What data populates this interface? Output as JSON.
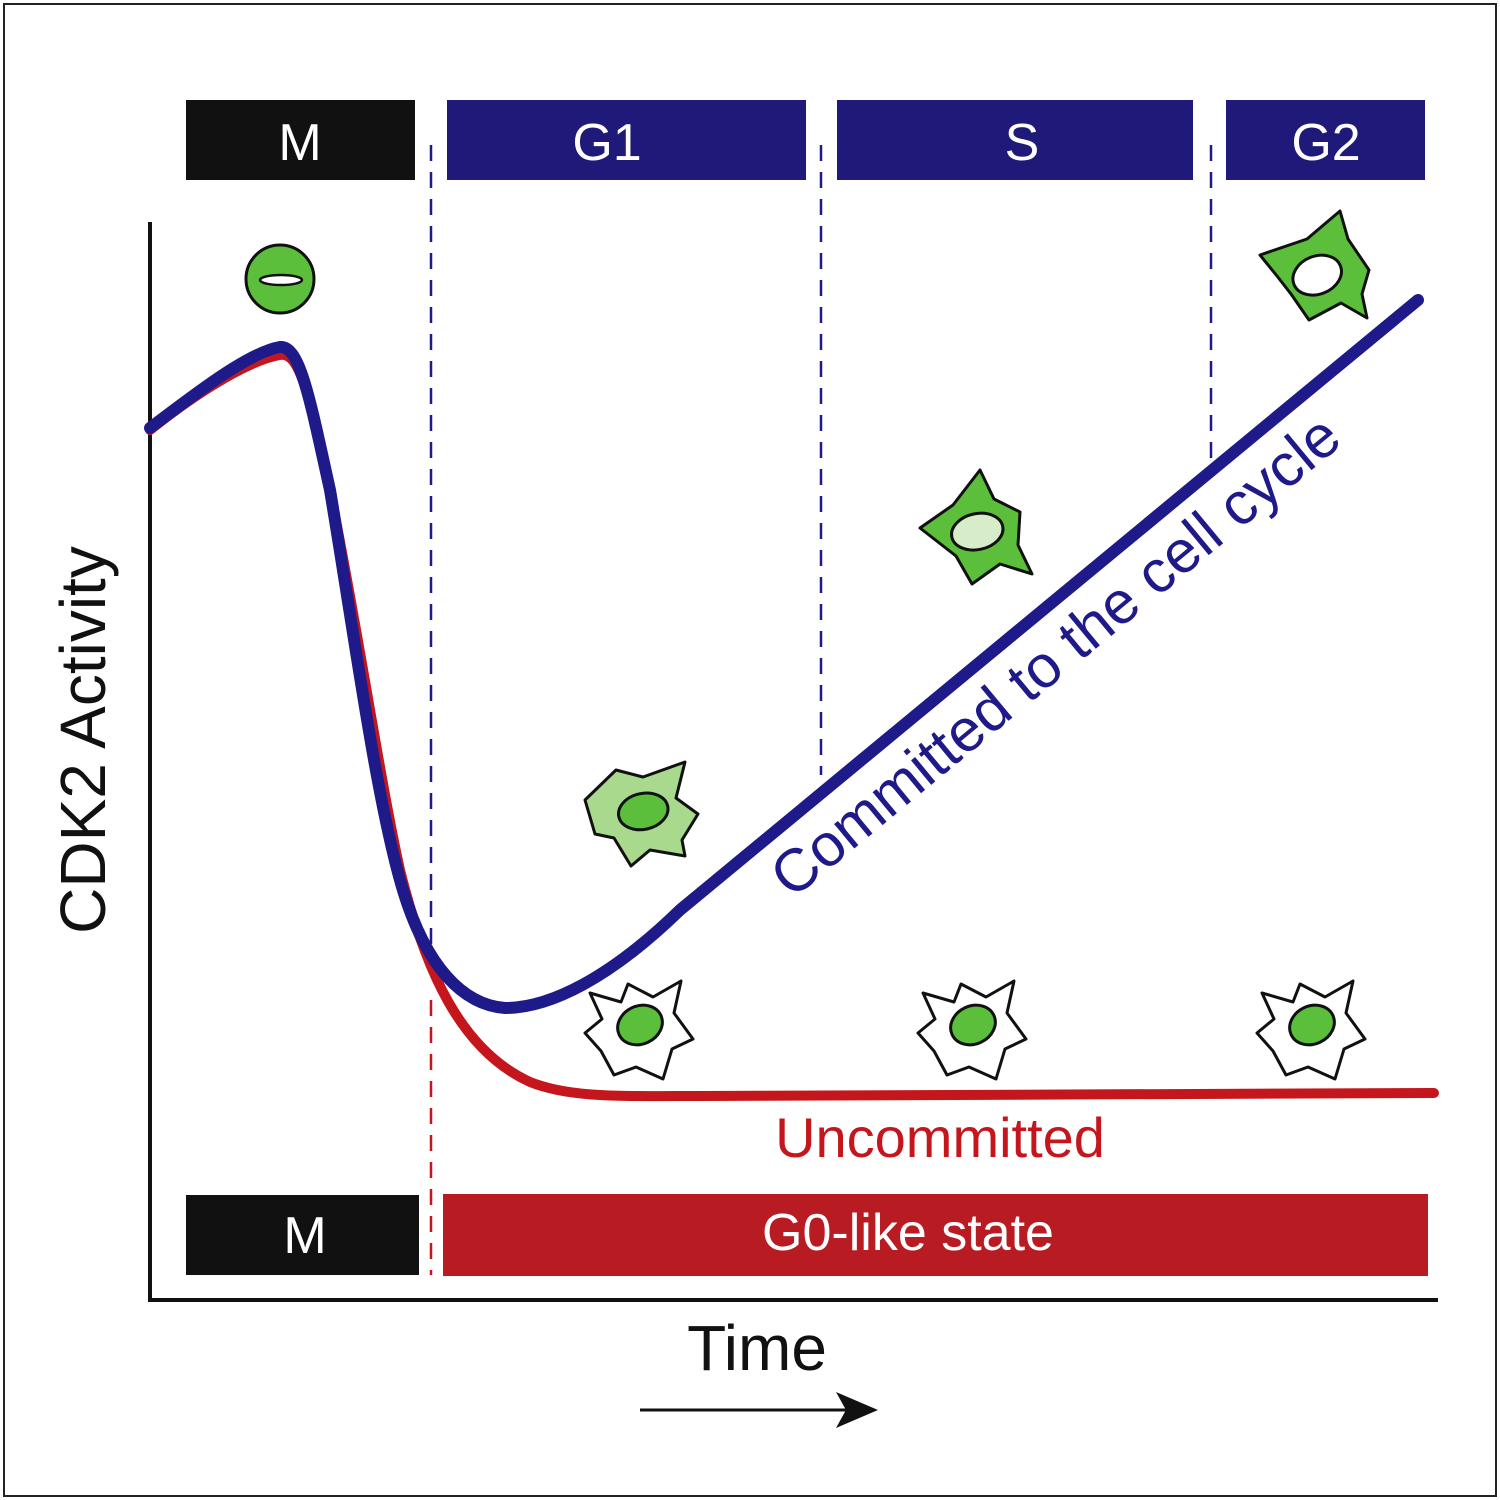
{
  "phases_top": [
    {
      "label": "M",
      "color": "#111111"
    },
    {
      "label": "G1",
      "color": "#1f1a7a"
    },
    {
      "label": "S",
      "color": "#1f1a7a"
    },
    {
      "label": "G2",
      "color": "#1f1a7a"
    }
  ],
  "phases_bottom": [
    {
      "label": "M",
      "color": "#111111"
    },
    {
      "label": "G0-like state",
      "color": "#b81c22"
    }
  ],
  "axes": {
    "ylabel": "CDK2 Activity",
    "xlabel": "Time"
  },
  "curves": {
    "committed_label": "Committed to the cell cycle",
    "uncommitted_label": "Uncommitted",
    "committed_color": "#1f1a8a",
    "uncommitted_color": "#c4161c"
  },
  "colors": {
    "cell_green": "#5cbf3c",
    "cell_light_green": "#a8d98c",
    "nucleus_pale": "#d7ecc8",
    "divider_blue": "#1f1a8a",
    "divider_red": "#c4161c"
  }
}
